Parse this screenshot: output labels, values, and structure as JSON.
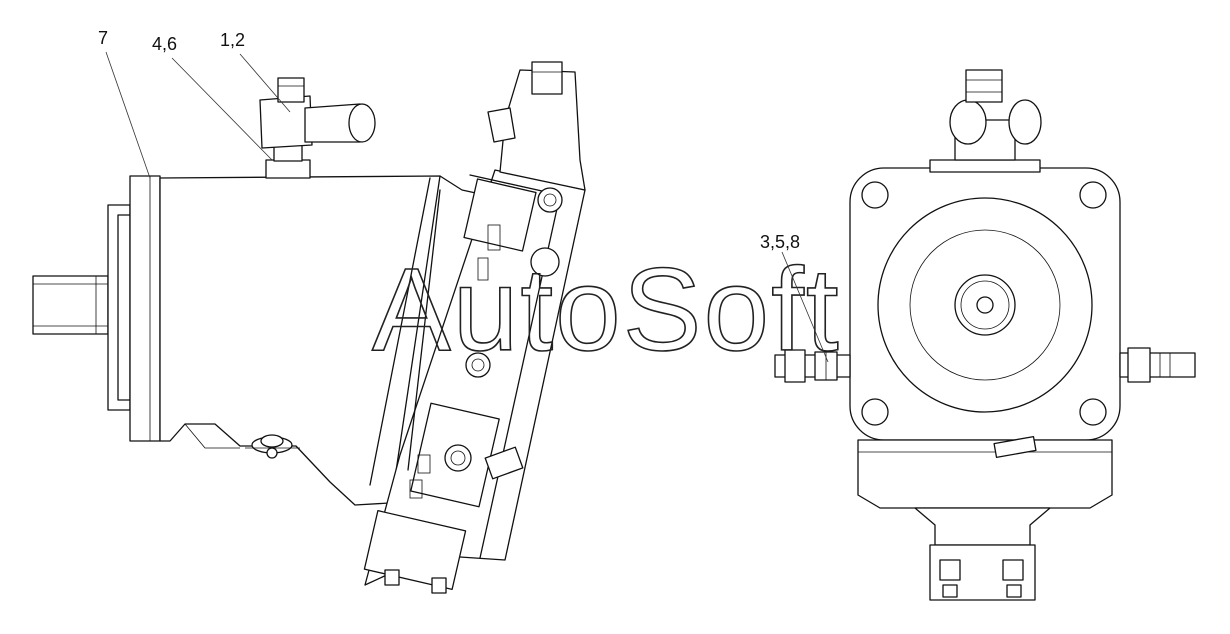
{
  "callouts": {
    "c7": "7",
    "c46": "4,6",
    "c12": "1,2",
    "c358": "3,5,8"
  },
  "watermark": "AutoSoft"
}
